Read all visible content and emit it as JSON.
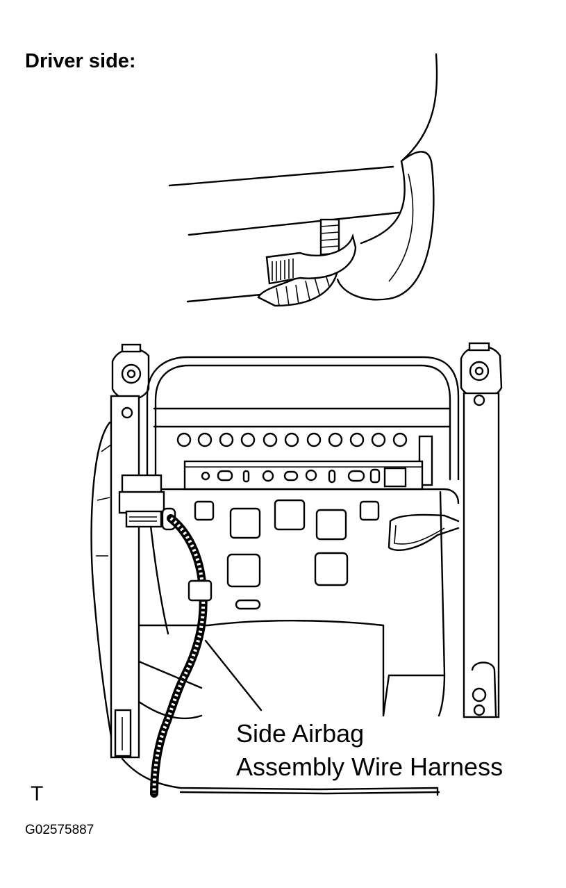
{
  "heading": "Driver side:",
  "callout": {
    "line1": "Side Airbag",
    "line2": "Assembly Wire Harness"
  },
  "corner_mark": "T",
  "figure_id": "G02575887"
}
